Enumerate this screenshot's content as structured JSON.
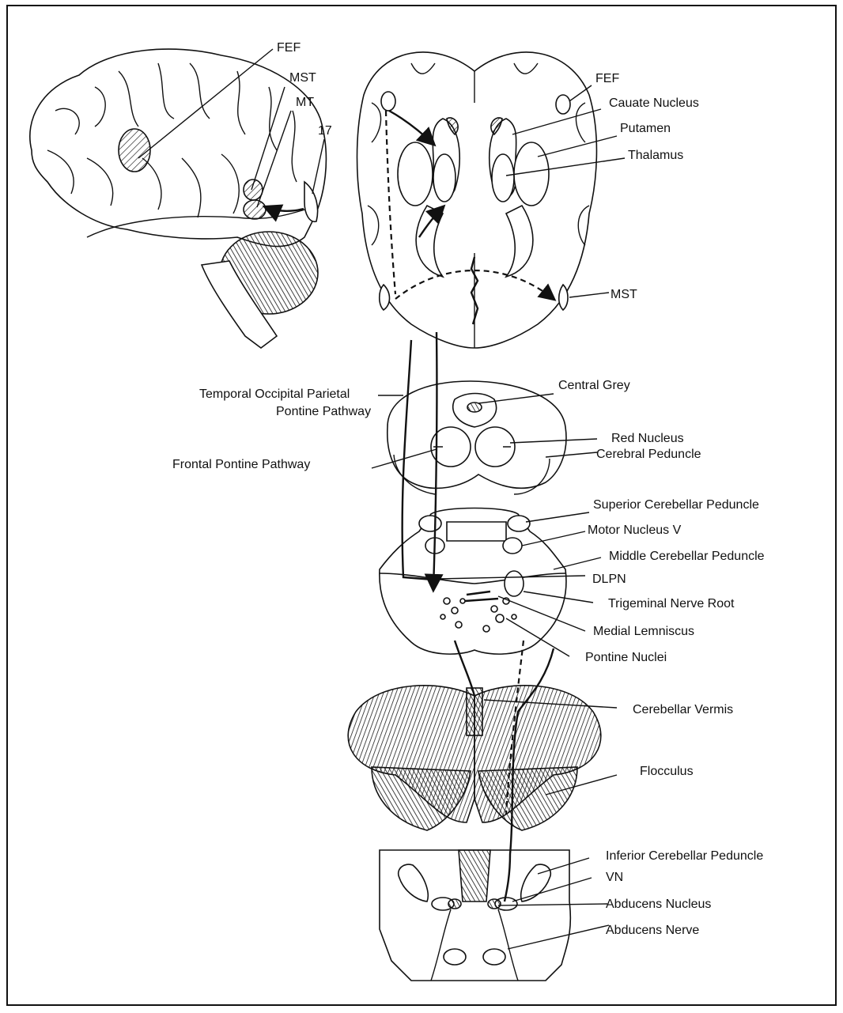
{
  "labels": {
    "fef_lateral": "FEF",
    "mst_lateral": "MST",
    "mt": "MT",
    "area17": "17",
    "fef_horizontal": "FEF",
    "caudate_nucleus": "Cauate Nucleus",
    "putamen": "Putamen",
    "thalamus": "Thalamus",
    "mst_horizontal": "MST",
    "central_grey": "Central Grey",
    "temporal_pathway_line1": "Temporal Occipital Parietal",
    "temporal_pathway_line2": "Pontine Pathway",
    "red_nucleus": "Red Nucleus",
    "cerebral_peduncle": "Cerebral Peduncle",
    "frontal_pontine_pathway": "Frontal Pontine Pathway",
    "superior_cerebellar_peduncle": "Superior Cerebellar Peduncle",
    "motor_nucleus_v": "Motor Nucleus V",
    "middle_cerebellar_peduncle": "Middle Cerebellar Peduncle",
    "dlpn": "DLPN",
    "trigeminal_nerve_root": "Trigeminal Nerve Root",
    "medial_lemniscus": "Medial Lemniscus",
    "pontine_nuclei": "Pontine Nuclei",
    "cerebellar_vermis": "Cerebellar Vermis",
    "flocculus": "Flocculus",
    "inferior_cerebellar_peduncle": "Inferior Cerebellar Peduncle",
    "vn": "VN",
    "abducens_nucleus": "Abducens Nucleus",
    "abducens_nerve": "Abducens Nerve"
  }
}
